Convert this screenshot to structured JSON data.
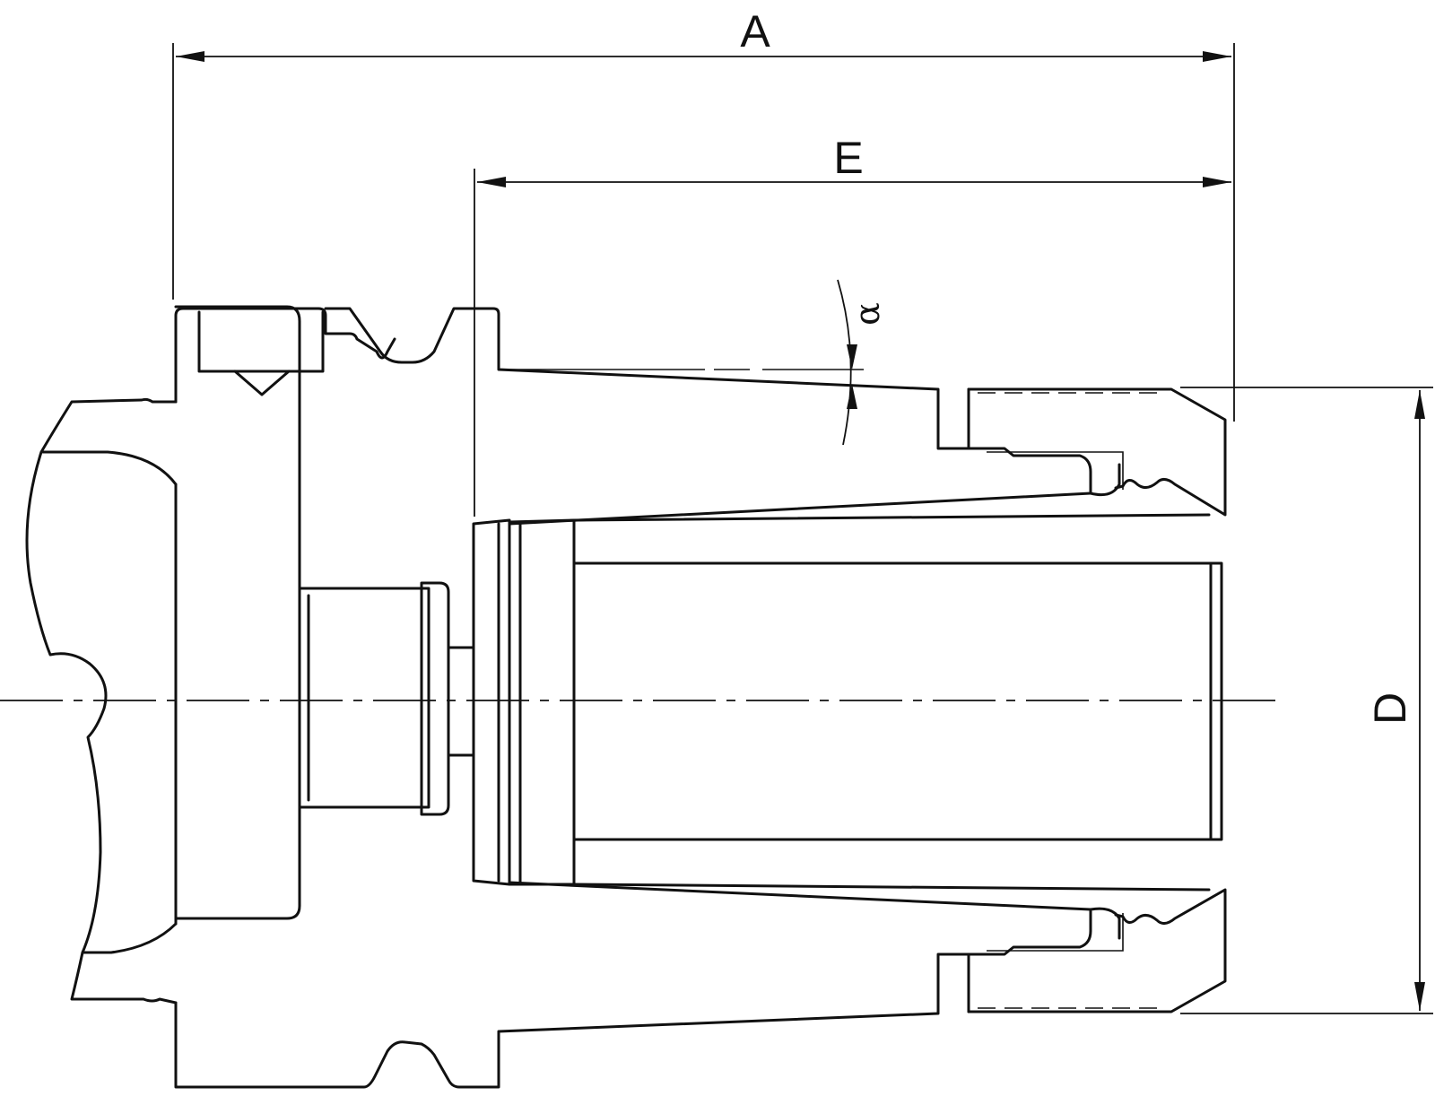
{
  "labels": {
    "dim_a": "A",
    "dim_e": "E",
    "dim_d": "D",
    "angle": "α"
  }
}
